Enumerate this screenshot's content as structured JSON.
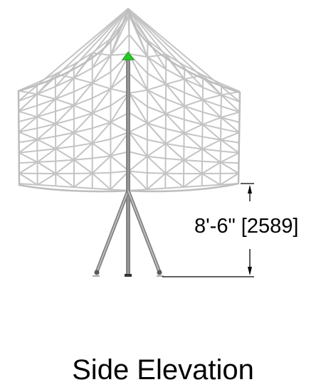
{
  "drawing": {
    "dimension_label": "8'-6\" [2589]",
    "title": "Side Elevation"
  },
  "colors": {
    "mesh": "#c4c4c4",
    "pole": "#8a8a8a",
    "pole_dark": "#555555",
    "anchor": "#5a5a5a",
    "apex_marker": "#22cc22",
    "dimension": "#000000"
  },
  "icons": {
    "apex_marker": "green-cone-marker"
  }
}
